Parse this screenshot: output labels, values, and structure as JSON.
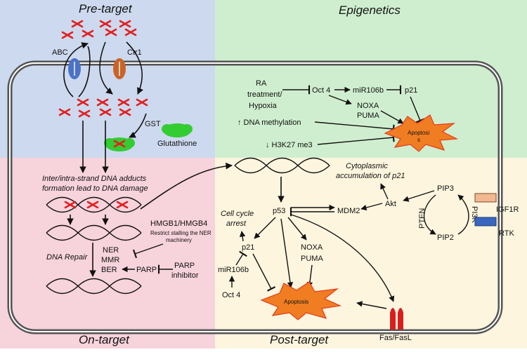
{
  "quadrants": {
    "pre_target": "Pre-target",
    "epigenetics": "Epigenetics",
    "on_target": "On-target",
    "post_target": "Post-target"
  },
  "colors": {
    "pre_target_bg": "#cdd9ee",
    "epigenetics_bg": "#cfeecf",
    "on_target_bg": "#f7d3dc",
    "post_target_bg": "#fdf5de",
    "cross_red": "#e02020",
    "abc_blue": "#4a72c8",
    "ctr1_orange": "#c86428",
    "apoptosis_fill": "#f07d22",
    "apoptosis_outline": "#e53b1a",
    "glutathione_green": "#33cc33",
    "igf1r_peach": "#f2b890",
    "rtk_blue": "#3a66c0",
    "fasl_red": "#d81e1e"
  },
  "pre": {
    "abc": "ABC",
    "ctr1": "Ctr1",
    "gst": "GST",
    "glutathione": "Glutathione"
  },
  "epi": {
    "ra_line1": "RA",
    "ra_line2": "treatment/",
    "ra_line3": "Hypoxia",
    "oct4": "Oct 4",
    "mir106b": "miR106b",
    "p21": "p21",
    "noxa": "NOXA",
    "puma": "PUMA",
    "dna_methylation": "↑ DNA methylation",
    "h3k27": "↓ H3K27 me3",
    "apoptosis_line1": "Apoptosi",
    "apoptosis_line2": "s"
  },
  "on": {
    "adducts_line1": "Inter/intra-strand DNA adducts",
    "adducts_line2": "formation lead to DNA damage",
    "hmgb": "HMGB1/HMGB4",
    "hmgb_note1": "Restrict stalling the NER",
    "hmgb_note2": "machinery",
    "dna_repair": "DNA Repair",
    "ner": "NER",
    "mmr": "MMR",
    "ber": "BER",
    "parp": "PARP",
    "parp_inh1": "PARP",
    "parp_inh2": "inhibitor"
  },
  "post": {
    "cyto_line1": "Cytoplasmic",
    "cyto_line2": "accumulation of p21",
    "pip3": "PIP3",
    "pip2": "PIP2",
    "pten": "PTEN",
    "pi3k": "PI3K",
    "akt": "Akt",
    "igf1r": "IGF1R",
    "rtk": "RTK",
    "p53": "p53",
    "mdm2": "MDM2",
    "cc_line1": "Cell cycle",
    "cc_line2": "arrest",
    "p21": "p21",
    "mir106b": "miR106b",
    "oct4": "Oct 4",
    "noxa": "NOXA",
    "puma": "PUMA",
    "apoptosis": "Apoptosis",
    "fas": "Fas/FasL"
  }
}
